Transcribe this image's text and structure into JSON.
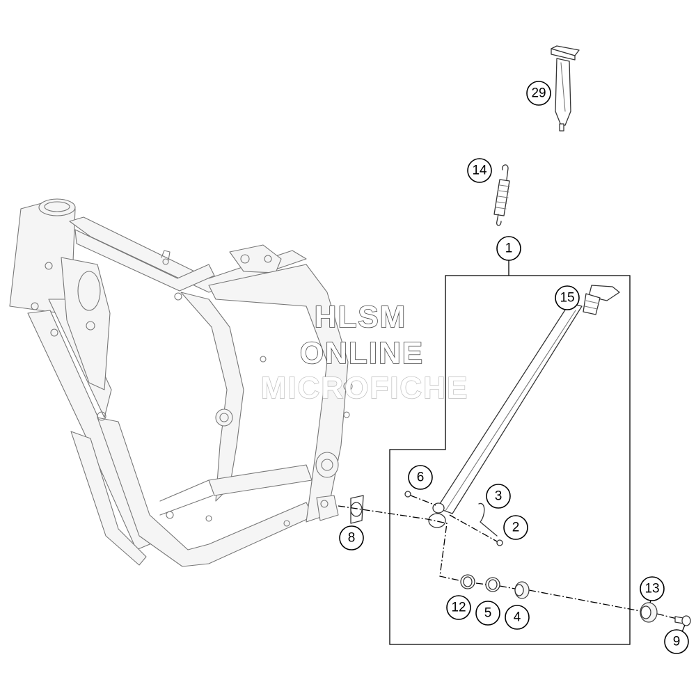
{
  "watermark": {
    "line1": "HLSM",
    "line2": "ONLINE",
    "line3": "MICROFICHE"
  },
  "callouts": [
    {
      "id": "c29",
      "label": "29"
    },
    {
      "id": "c14",
      "label": "14"
    },
    {
      "id": "c1",
      "label": "1"
    },
    {
      "id": "c15",
      "label": "15"
    },
    {
      "id": "c6",
      "label": "6"
    },
    {
      "id": "c3",
      "label": "3"
    },
    {
      "id": "c2",
      "label": "2"
    },
    {
      "id": "c8",
      "label": "8"
    },
    {
      "id": "c13",
      "label": "13"
    },
    {
      "id": "c12",
      "label": "12"
    },
    {
      "id": "c5",
      "label": "5"
    },
    {
      "id": "c4",
      "label": "4"
    },
    {
      "id": "c9",
      "label": "9"
    }
  ],
  "colors": {
    "line": "#000000",
    "frame": "#777777",
    "background": "#ffffff"
  }
}
